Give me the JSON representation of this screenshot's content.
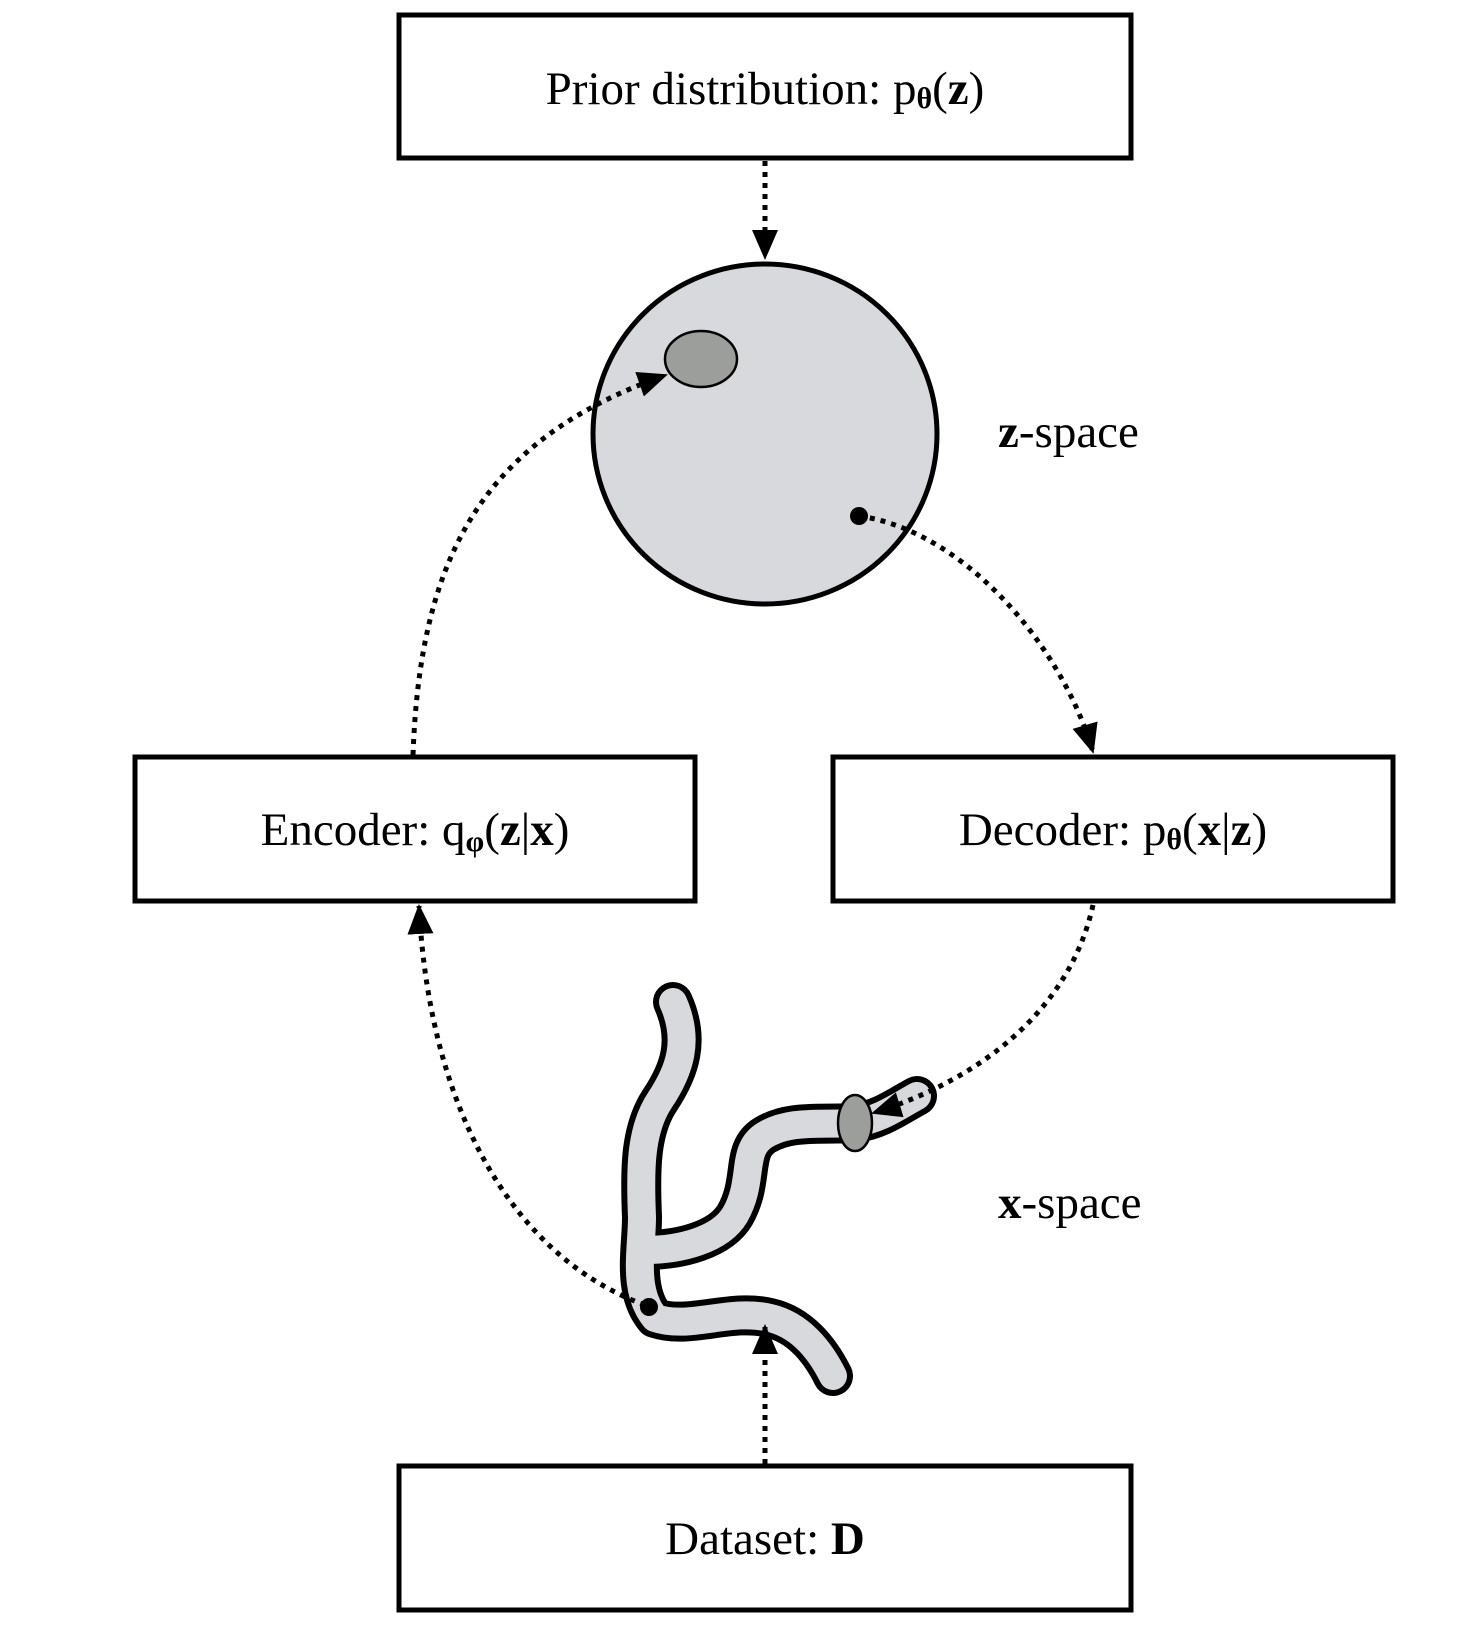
{
  "symbols": {
    "open": "(",
    "close": ")",
    "bar": "|"
  },
  "prior": {
    "label": "Prior distribution: ",
    "fn": "p",
    "sub": "θ",
    "arg": "z"
  },
  "encoder": {
    "label": "Encoder: ",
    "fn": "q",
    "sub": "φ",
    "arg1": "z",
    "arg2": "x"
  },
  "decoder": {
    "label": "Decoder: ",
    "fn": "p",
    "sub": "θ",
    "arg1": "x",
    "arg2": "z"
  },
  "dataset": {
    "label": "Dataset: ",
    "symbol": "D"
  },
  "z_space": {
    "var": "z",
    "suffix": "-space"
  },
  "x_space": {
    "var": "x",
    "suffix": "-space"
  },
  "colors": {
    "region_fill": "#d8d9dc",
    "posterior_fill": "#9c9e9c",
    "stroke": "#000000"
  }
}
